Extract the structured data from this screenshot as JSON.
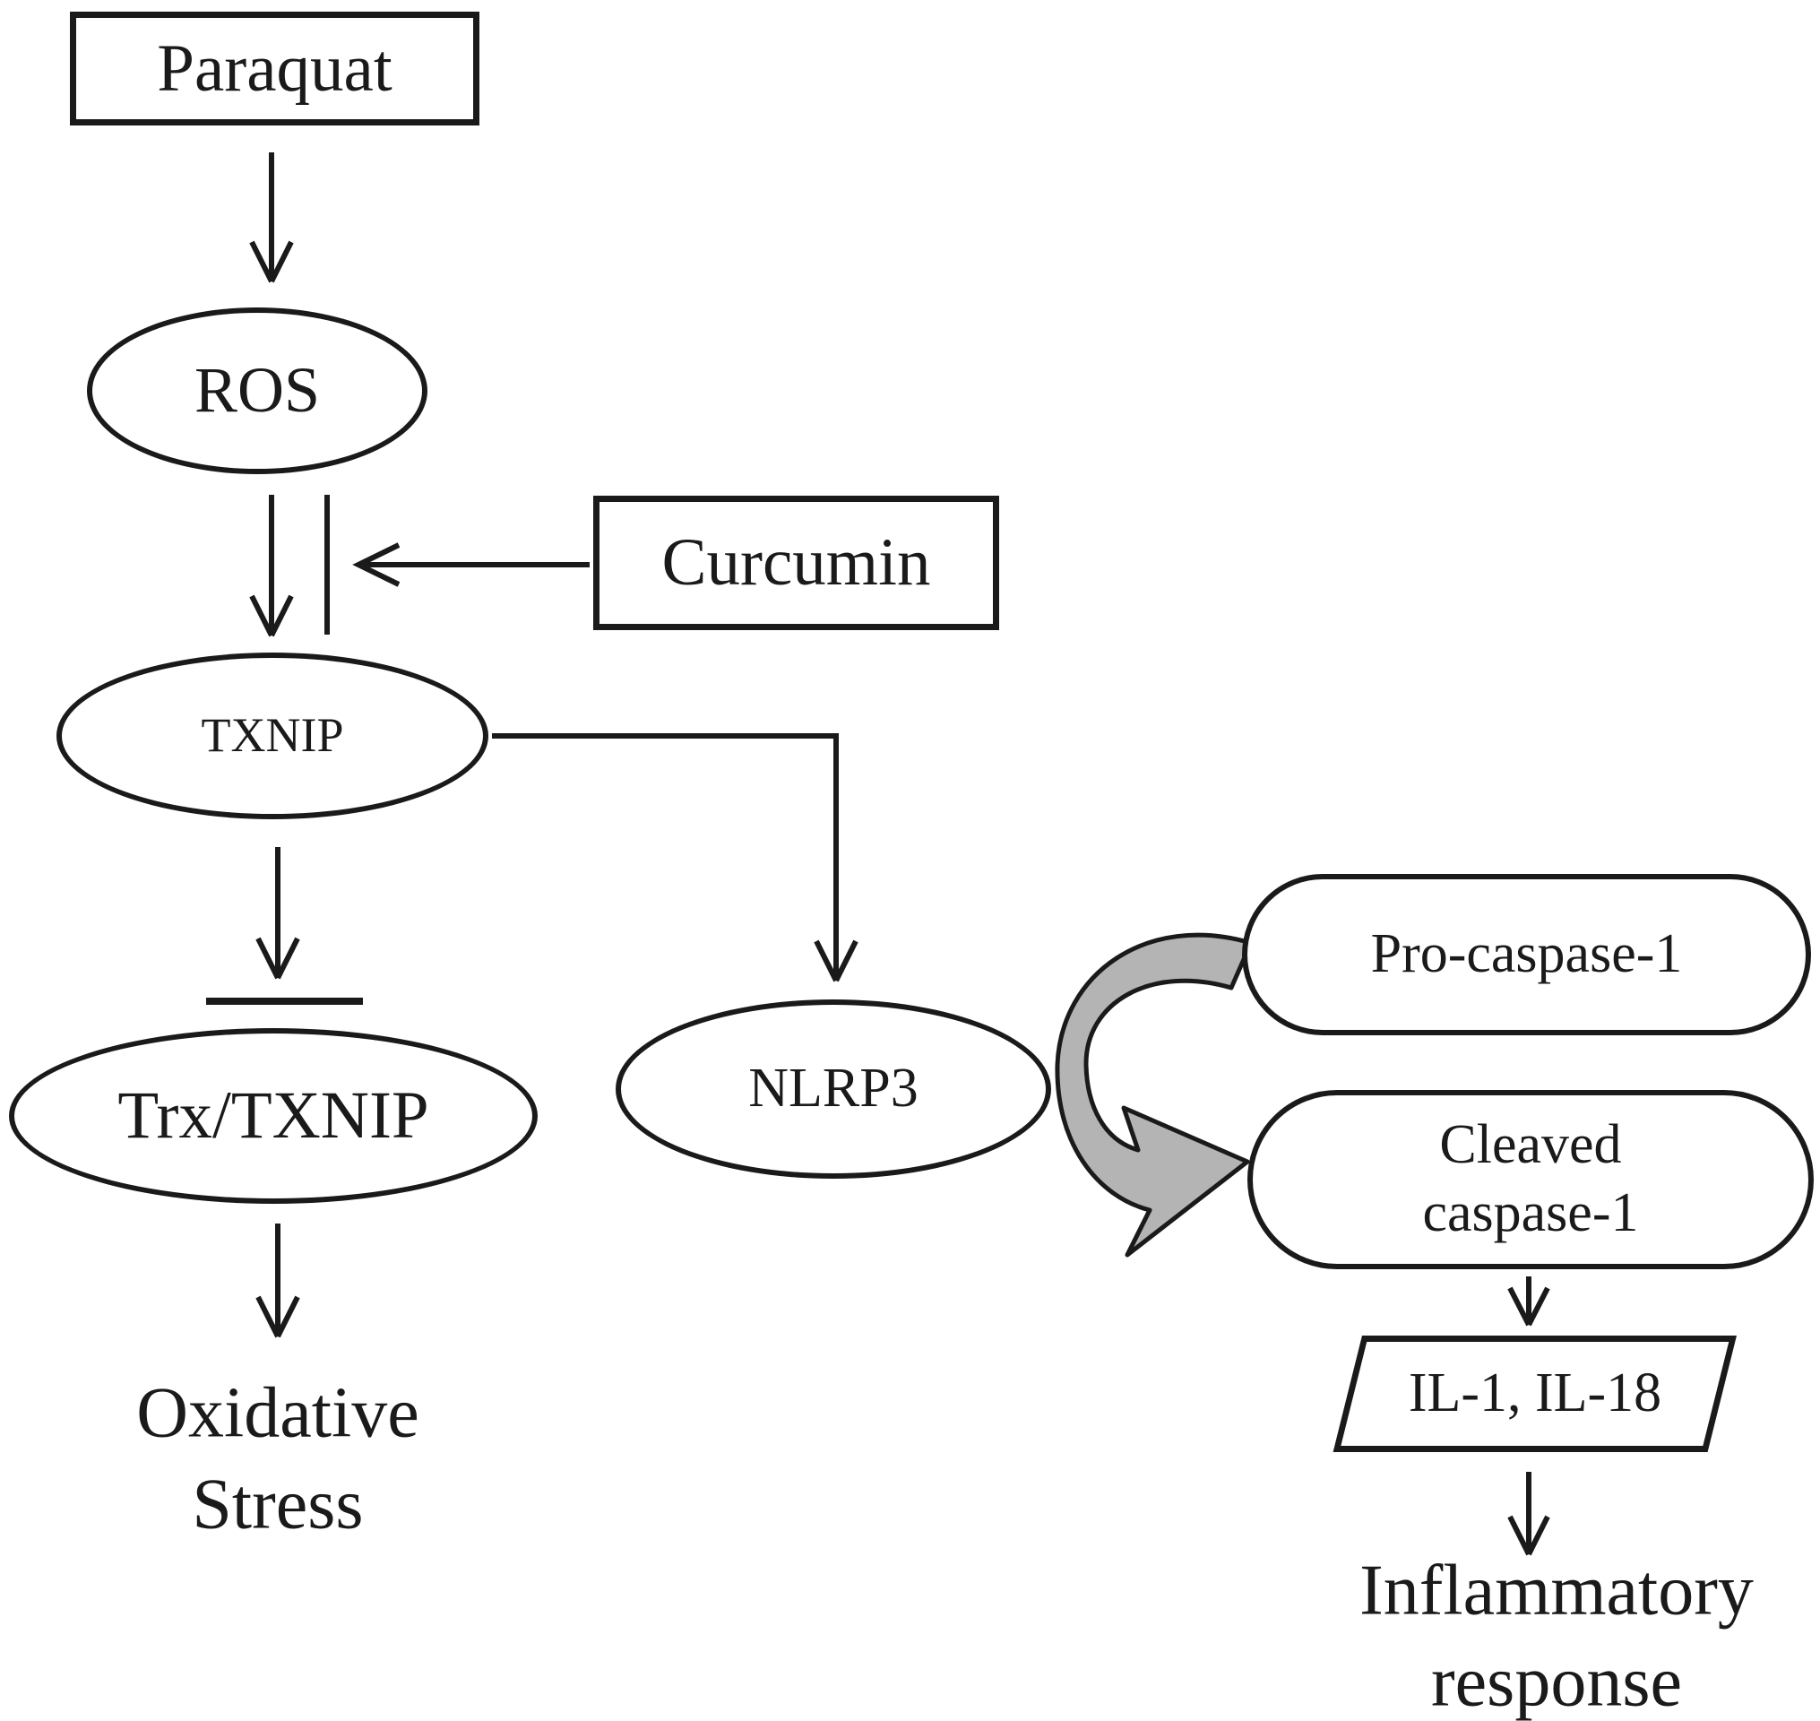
{
  "diagram": {
    "colors": {
      "background": "#ffffff",
      "stroke": "#1a1a1a",
      "curved_arrow_fill": "#b4b4b4"
    },
    "nodes": {
      "paraquat": {
        "label": "Paraquat",
        "shape": "rectangle"
      },
      "ros": {
        "label": "ROS",
        "shape": "ellipse"
      },
      "curcumin": {
        "label": "Curcumin",
        "shape": "rectangle"
      },
      "txnip": {
        "label": "TXNIP",
        "shape": "ellipse"
      },
      "trx_txnip": {
        "label": "Trx/TXNIP",
        "shape": "ellipse"
      },
      "oxidative_stress": {
        "label": "Oxidative\nStress",
        "shape": "text"
      },
      "nlrp3": {
        "label": "NLRP3",
        "shape": "ellipse"
      },
      "pro_caspase_1": {
        "label": "Pro-caspase-1",
        "shape": "rounded-rectangle"
      },
      "cleaved_caspase_1": {
        "label": "Cleaved\ncaspase-1",
        "shape": "rounded-rectangle"
      },
      "il_1_il_18": {
        "label": "IL-1, IL-18",
        "shape": "parallelogram"
      },
      "inflammatory_response": {
        "label": "Inflammatory\nresponse",
        "shape": "text"
      }
    },
    "edges": [
      {
        "from": "Paraquat",
        "to": "ROS",
        "type": "arrow"
      },
      {
        "from": "ROS",
        "to": "TXNIP",
        "type": "arrow"
      },
      {
        "from": "Curcumin",
        "to": "ROS-TXNIP arrow",
        "type": "inhibition"
      },
      {
        "from": "TXNIP",
        "to": "Trx/TXNIP",
        "type": "inhibition-bar-arrow"
      },
      {
        "from": "TXNIP",
        "to": "NLRP3",
        "type": "elbow-arrow"
      },
      {
        "from": "Trx/TXNIP",
        "to": "Oxidative Stress",
        "type": "arrow"
      },
      {
        "from": "NLRP3",
        "to": "Pro-caspase-1 converts to Cleaved caspase-1",
        "type": "curved-gray-arrow"
      },
      {
        "from": "Cleaved caspase-1",
        "to": "IL-1, IL-18",
        "type": "arrow"
      },
      {
        "from": "IL-1, IL-18",
        "to": "Inflammatory response",
        "type": "arrow"
      }
    ]
  }
}
